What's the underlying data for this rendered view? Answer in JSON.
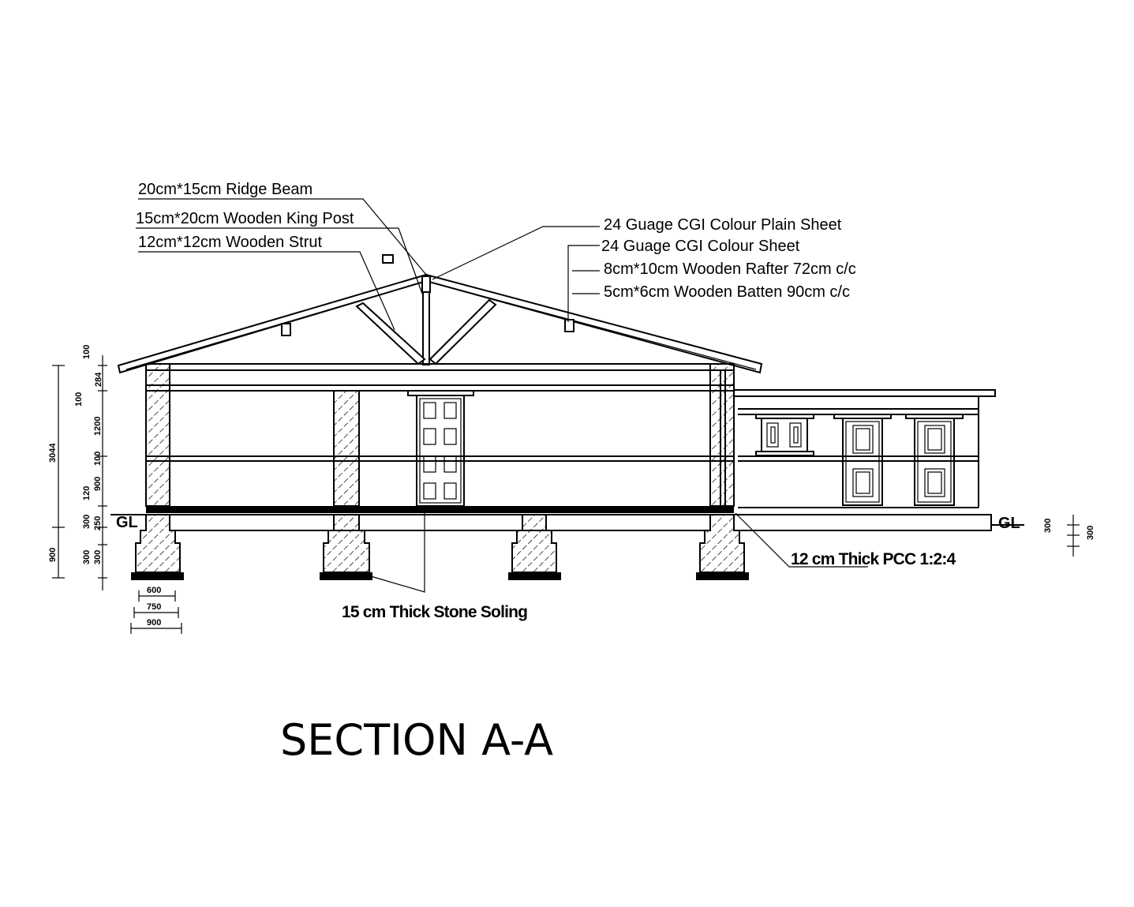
{
  "labels": {
    "ridge_beam": "20cm*15cm Ridge Beam",
    "king_post": "15cm*20cm Wooden King Post",
    "strut": "12cm*12cm Wooden Strut",
    "plain_sheet": "24 Guage CGI Colour Plain Sheet",
    "colour_sheet": "24 Guage CGI Colour Sheet",
    "rafter": "8cm*10cm Wooden Rafter 72cm c/c",
    "batten": "5cm*6cm Wooden Batten 90cm c/c",
    "pcc": "12 cm Thick PCC 1:2:4",
    "stone_soling": "15 cm Thick Stone Soling",
    "gl_left": "GL",
    "gl_right": "GL"
  },
  "dimensions": {
    "vertical_total": "3044",
    "vertical_foundation": "900",
    "vertical_chain": [
      "100",
      "284",
      "100",
      "1200",
      "100",
      "900",
      "120",
      "300",
      "250",
      "300",
      "300"
    ],
    "footing_widths": [
      "600",
      "750",
      "900"
    ],
    "right_small": [
      "300",
      "300"
    ]
  },
  "title": "SECTION A-A"
}
